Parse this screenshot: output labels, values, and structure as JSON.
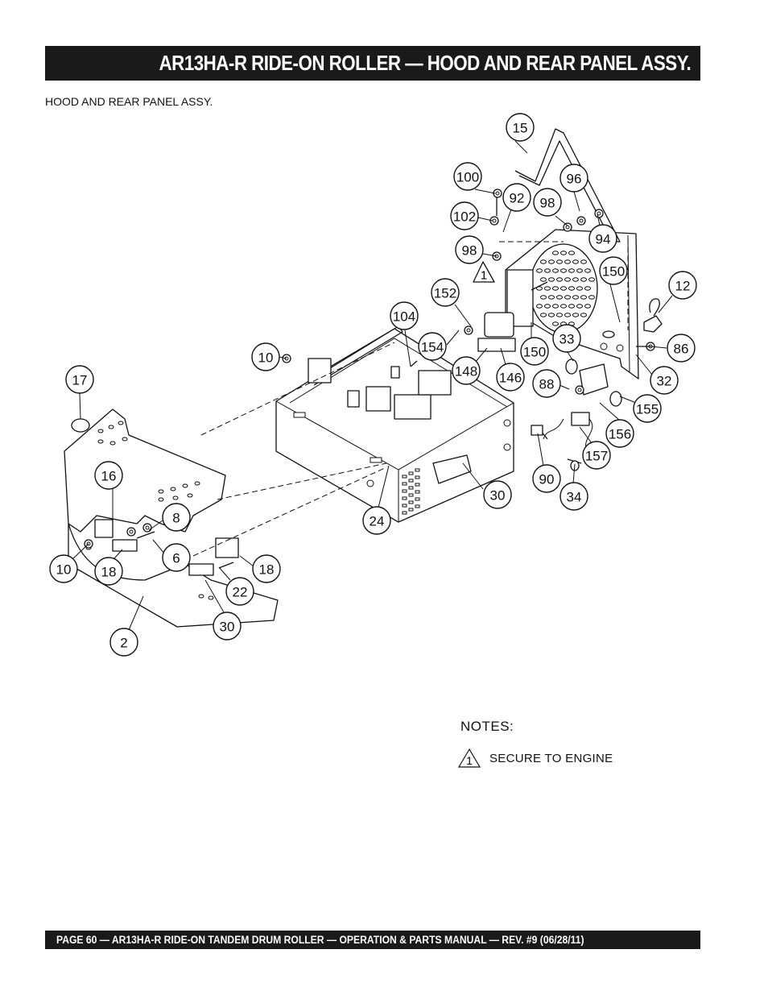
{
  "header": {
    "title": "AR13HA-R RIDE-ON ROLLER — HOOD AND REAR PANEL ASSY.",
    "subtitle": "HOOD AND REAR PANEL ASSY."
  },
  "callouts": [
    "15",
    "100",
    "96",
    "92",
    "98",
    "102",
    "94",
    "98",
    "1",
    "150",
    "12",
    "152",
    "104",
    "154",
    "33",
    "150",
    "148",
    "146",
    "86",
    "10",
    "32",
    "88",
    "155",
    "17",
    "156",
    "157",
    "16",
    "8",
    "90",
    "34",
    "30",
    "24",
    "6",
    "18",
    "10",
    "18",
    "22",
    "30",
    "2"
  ],
  "notes": {
    "heading": "NOTES:",
    "items": [
      {
        "marker": "1",
        "text": "SECURE TO ENGINE"
      }
    ]
  },
  "footer": {
    "text": "PAGE 60 — AR13HA-R RIDE-ON TANDEM DRUM ROLLER — OPERATION & PARTS MANUAL — REV. #9  (06/28/11)"
  }
}
